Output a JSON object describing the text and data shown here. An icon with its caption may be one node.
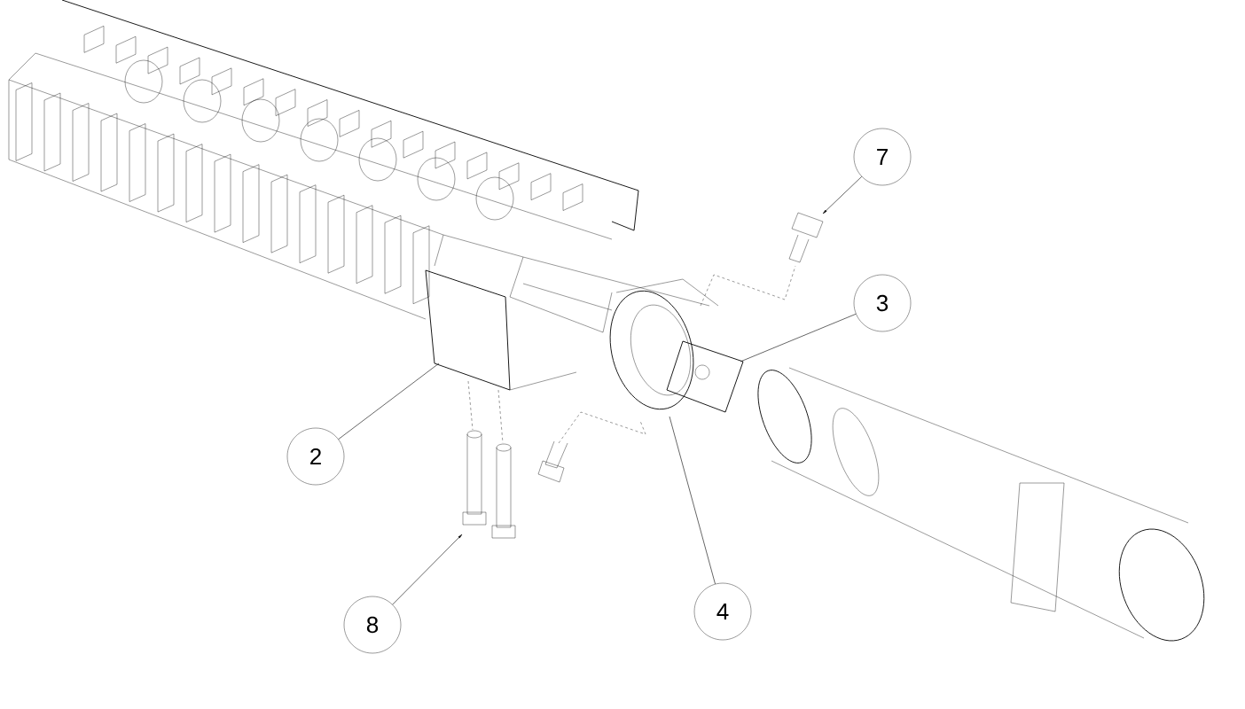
{
  "diagram": {
    "nodes": [
      {
        "text": [
          "7"
        ]
      },
      {
        "text": [
          "3"
        ]
      },
      {
        "text": [
          "2"
        ]
      },
      {
        "text": [
          "4"
        ]
      },
      {
        "text": [
          "8"
        ]
      }
    ],
    "edges": [
      {
        "from": 0,
        "to": null,
        "arrow": "to"
      },
      {
        "from": 1,
        "to": null,
        "arrow": "none"
      },
      {
        "from": 2,
        "to": null,
        "arrow": "none"
      },
      {
        "from": 3,
        "to": null,
        "arrow": "none"
      },
      {
        "from": 4,
        "to": null,
        "arrow": "to"
      }
    ]
  }
}
